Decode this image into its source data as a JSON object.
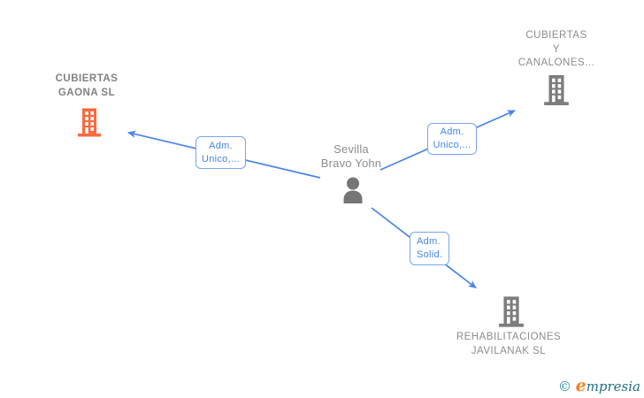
{
  "graph": {
    "person": {
      "name": "Sevilla\nBravo Yohn"
    },
    "companies": [
      {
        "name": "CUBIERTAS\nGAONA SL",
        "highlighted": true
      },
      {
        "name": "CUBIERTAS\nY\nCANALONES...",
        "highlighted": false
      },
      {
        "name": "REHABILITACIONES\nJAVILANAK SL",
        "highlighted": false
      }
    ],
    "edges": [
      {
        "label": "Adm.\nUnico,...",
        "from": "Sevilla Bravo Yohn",
        "to": "CUBIERTAS GAONA SL"
      },
      {
        "label": "Adm.\nUnico,...",
        "from": "Sevilla Bravo Yohn",
        "to": "CUBIERTAS Y CANALONES..."
      },
      {
        "label": "Adm.\nSolid.",
        "from": "Sevilla Bravo Yohn",
        "to": "REHABILITACIONES JAVILANAK SL"
      }
    ],
    "colors": {
      "edge_blue": "#4a85e8",
      "edge_label_blue": "#4186ec",
      "highlight_orange": "#fa6a3e",
      "node_gray": "#7c7c7c",
      "text_gray": "#8d8d8d"
    }
  },
  "watermark": {
    "copyright": "©",
    "brand_initial": "e",
    "brand_rest": "mpresia"
  }
}
